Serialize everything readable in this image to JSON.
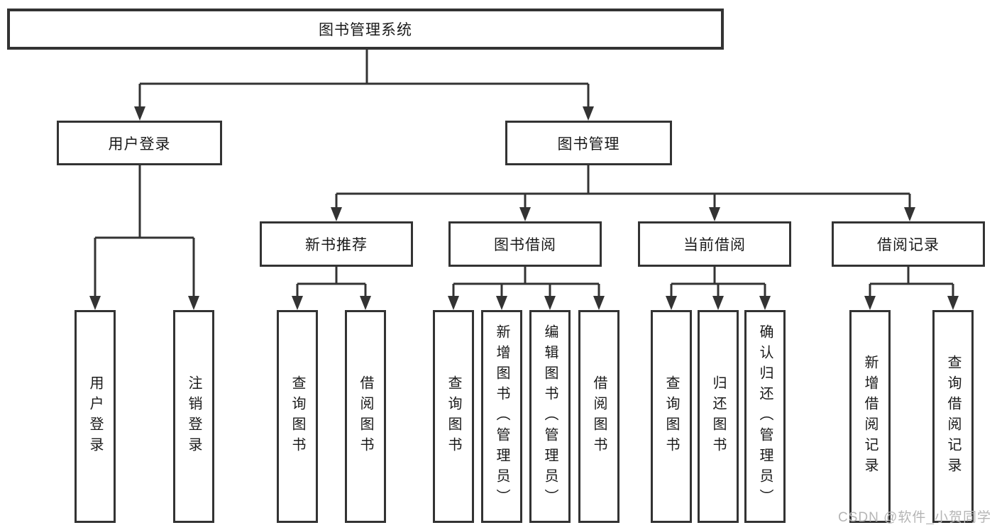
{
  "colors": {
    "line": "#333333",
    "text": "#1a1a1a",
    "box_bg": "#ffffff",
    "background": "#ffffff",
    "watermark": "#b5b5b5"
  },
  "root": {
    "label": "图书管理系统"
  },
  "branches": [
    {
      "label": "用户登录",
      "leaves": [
        "用户登录",
        "注销登录"
      ]
    },
    {
      "label": "图书管理",
      "children": [
        {
          "label": "新书推荐",
          "leaves": [
            "查询图书",
            "借阅图书"
          ]
        },
        {
          "label": "图书借阅",
          "leaves": [
            "查询图书",
            "新增图书（管理员）",
            "编辑图书（管理员）",
            "借阅图书"
          ]
        },
        {
          "label": "当前借阅",
          "leaves": [
            "查询图书",
            "归还图书",
            "确认归还（管理员）"
          ]
        },
        {
          "label": "借阅记录",
          "leaves": [
            "新增借阅记录",
            "查询借阅记录"
          ]
        }
      ]
    }
  ],
  "watermark": {
    "text": "CSDN @软件_小贺同学"
  }
}
